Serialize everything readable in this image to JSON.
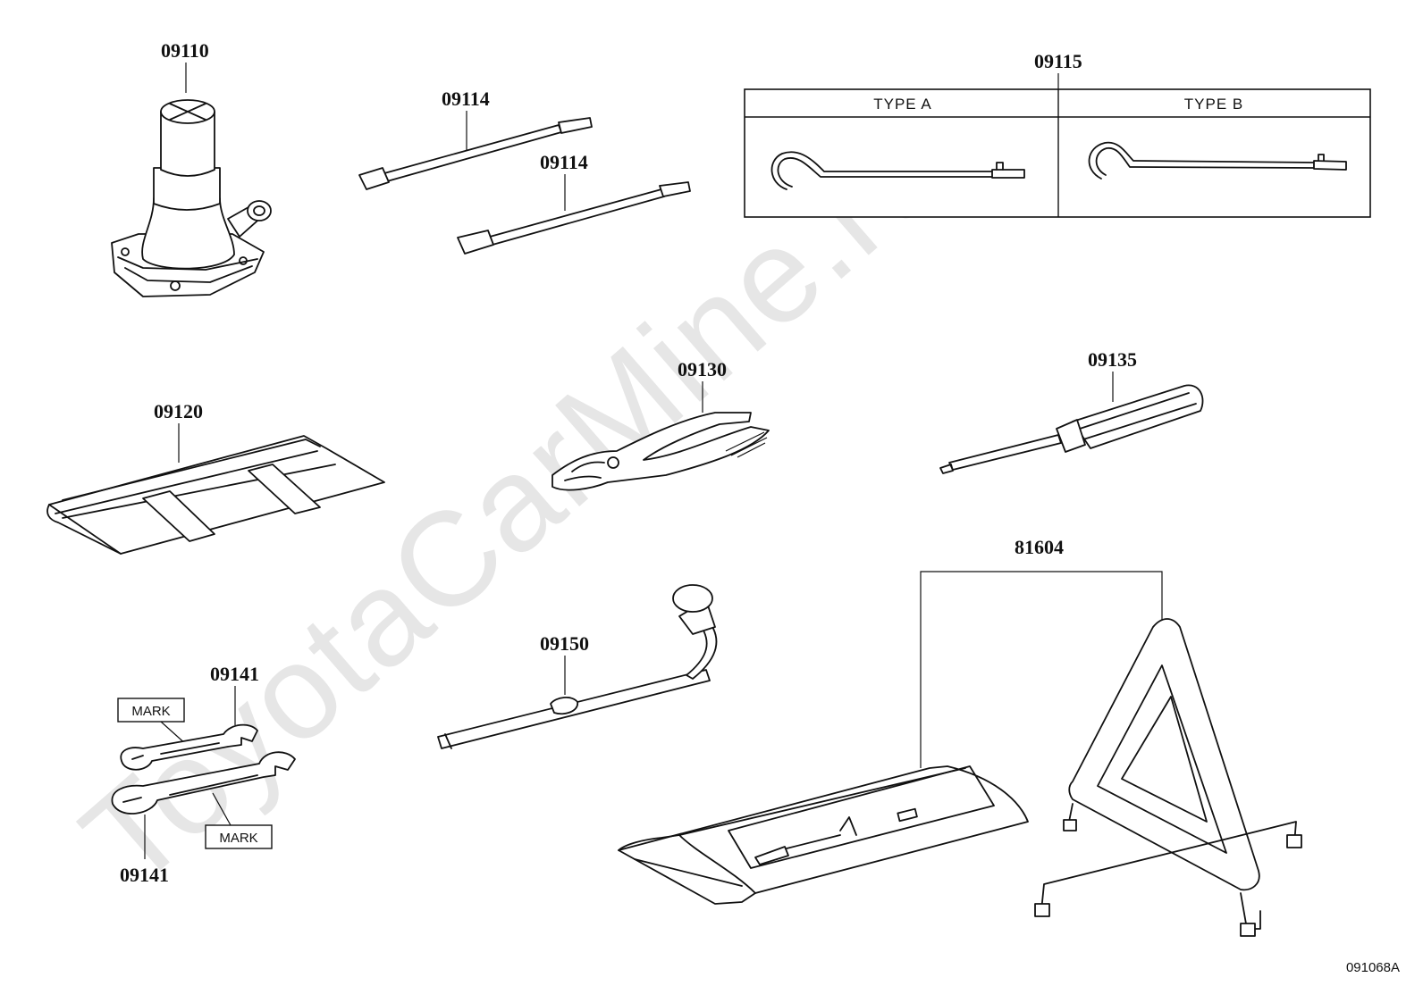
{
  "diagram": {
    "watermark": "ToyotaCarMine.ru",
    "drawing_code": "091068A",
    "parts": {
      "jack": "09110",
      "extension_bar_1": "09114",
      "extension_bar_2": "09114",
      "jack_handle": "09115",
      "tool_bag": "09120",
      "pliers": "09130",
      "screwdriver": "09135",
      "wrench_upper": "09141",
      "wrench_lower": "09141",
      "hub_nut_wrench": "09150",
      "warning_triangle": "81604"
    },
    "jack_handle_types": {
      "type_a": "TYPE A",
      "type_b": "TYPE B"
    },
    "wrench_marks": {
      "upper": "MARK",
      "lower": "MARK"
    },
    "colors": {
      "line": "#111111",
      "watermark": "#e6e6e6",
      "background": "#ffffff"
    }
  }
}
